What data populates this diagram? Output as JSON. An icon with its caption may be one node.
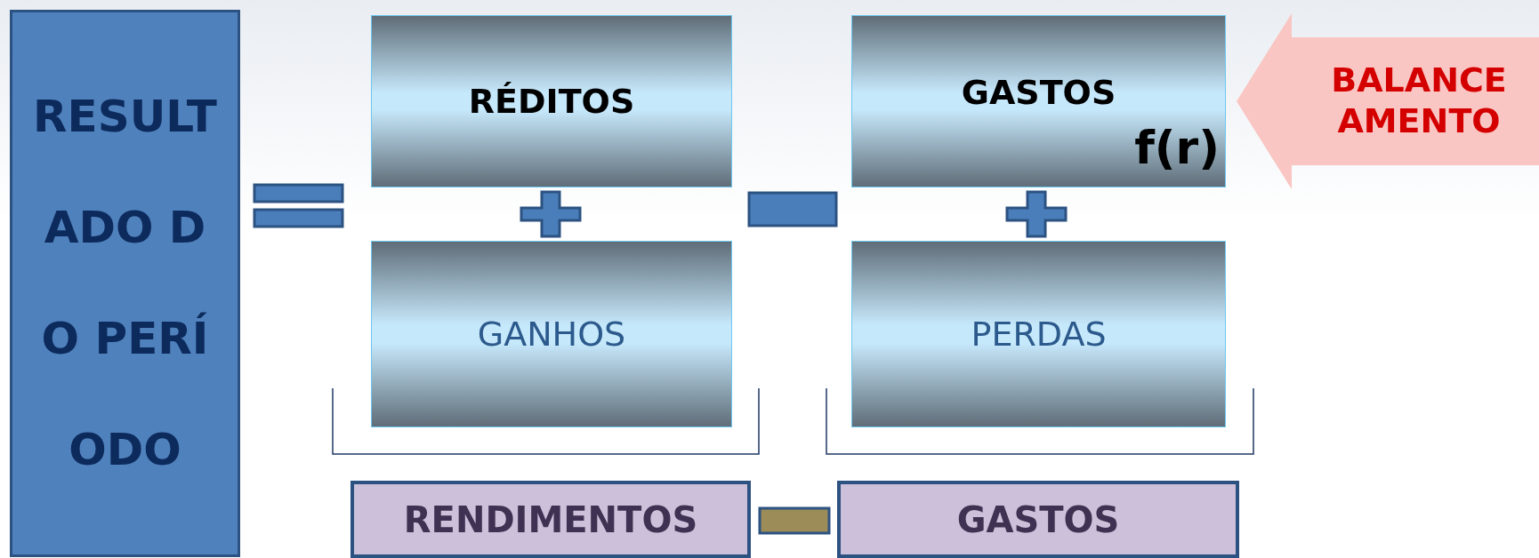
{
  "diagram": {
    "nodes": [
      {
        "text": [
          "RESULTADO DO PERÍODO"
        ]
      },
      {
        "text": [
          "RÉDITOS"
        ]
      },
      {
        "text": [
          "GASTOS",
          "f(r)"
        ]
      },
      {
        "text": [
          "BALANCEAMENTO"
        ]
      },
      {
        "text": [
          "GANHOS"
        ]
      },
      {
        "text": [
          "PERDAS"
        ]
      },
      {
        "text": [
          "RENDIMENTOS"
        ]
      },
      {
        "text": [
          "GASTOS"
        ]
      }
    ]
  }
}
